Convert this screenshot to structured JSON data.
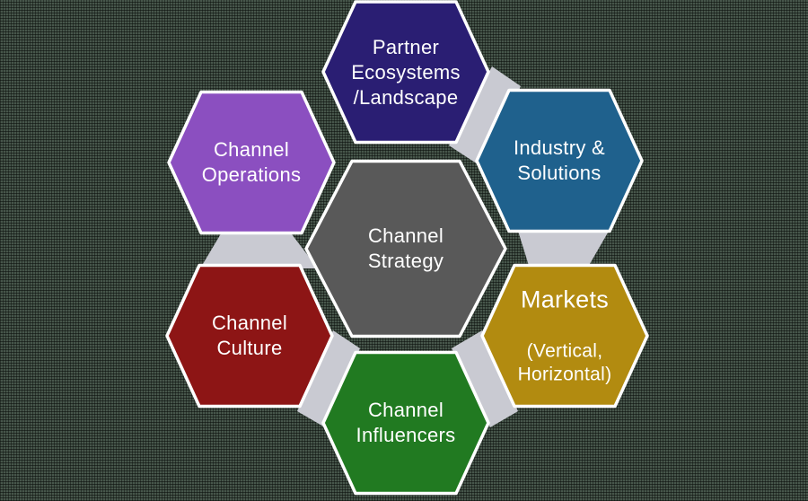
{
  "diagram": {
    "type": "hexagon-cycle",
    "connector_color": "#C9CAD2",
    "outline_color": "#FFFFFF",
    "text_color": "#FFFFFF",
    "center": {
      "label": "Channel\nStrategy",
      "color": "#595959"
    },
    "nodes": [
      {
        "id": "partner-ecosystems",
        "label": "Partner\nEcosystems\n/Landscape",
        "color": "#2A1E73"
      },
      {
        "id": "industry-solutions",
        "label": "Industry &\nSolutions",
        "color": "#1F618D"
      },
      {
        "id": "markets",
        "label": "Markets",
        "sublabel": "(Vertical,\nHorizontal)",
        "color": "#B28B10"
      },
      {
        "id": "channel-influencers",
        "label": "Channel\nInfluencers",
        "color": "#217A21"
      },
      {
        "id": "channel-culture",
        "label": "Channel\nCulture",
        "color": "#8D1515"
      },
      {
        "id": "channel-operations",
        "label": "Channel\nOperations",
        "color": "#8B4FC0"
      }
    ]
  }
}
